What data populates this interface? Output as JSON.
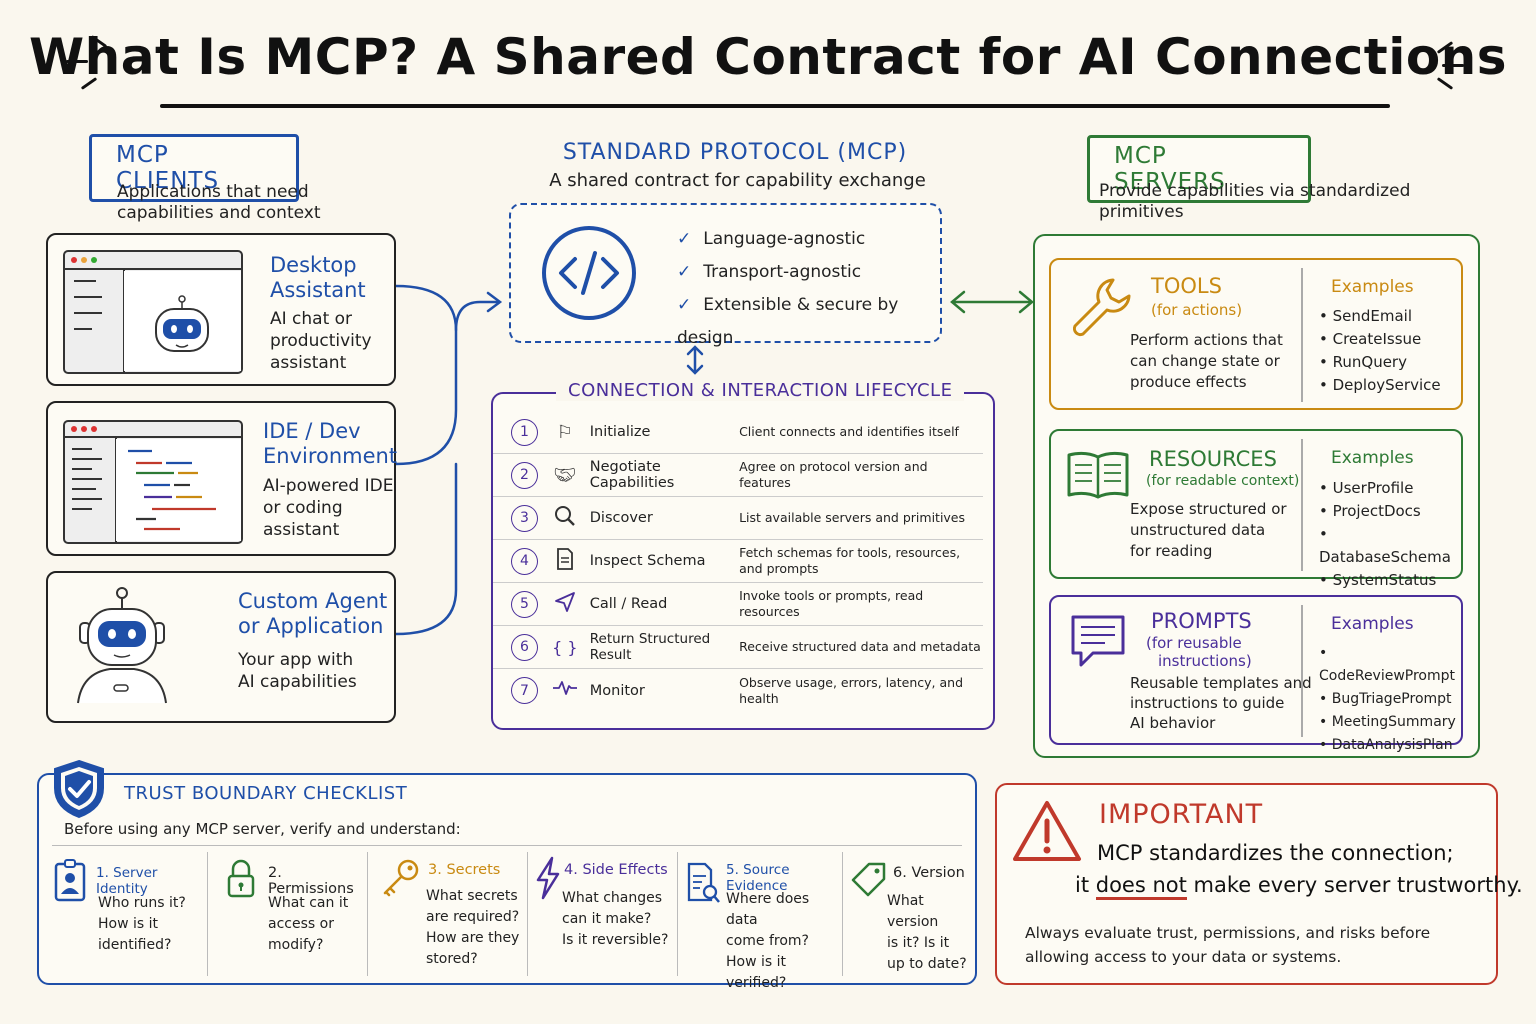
{
  "title": "What Is MCP? A Shared Contract for AI Connections",
  "clients": {
    "header": "MCP CLIENTS",
    "subtitle": "Applications that need capabilities and context",
    "subtitle_lines": [
      "Applications that need",
      "capabilities and context"
    ],
    "items": [
      {
        "title_lines": [
          "Desktop",
          "Assistant"
        ],
        "desc_lines": [
          "AI chat or",
          "productivity",
          "assistant"
        ]
      },
      {
        "title_lines": [
          "IDE / Dev",
          "Environment"
        ],
        "desc_lines": [
          "AI-powered IDE",
          "or coding",
          "assistant"
        ]
      },
      {
        "title_lines": [
          "Custom Agent",
          "or Application"
        ],
        "desc_lines": [
          "Your app with",
          "AI capabilities"
        ]
      }
    ]
  },
  "protocol": {
    "header": "STANDARD PROTOCOL (MCP)",
    "subtitle": "A shared contract for capability exchange",
    "features": [
      "Language-agnostic",
      "Transport-agnostic",
      "Extensible & secure by design"
    ]
  },
  "lifecycle": {
    "header": "CONNECTION & INTERACTION LIFECYCLE",
    "steps": [
      {
        "num": "1",
        "icon": "flag-icon",
        "name": "Initialize",
        "desc": "Client connects and identifies itself"
      },
      {
        "num": "2",
        "icon": "handshake-icon",
        "name": "Negotiate Capabilities",
        "desc": "Agree on protocol version and features"
      },
      {
        "num": "3",
        "icon": "search-icon",
        "name": "Discover",
        "desc": "List available servers and primitives"
      },
      {
        "num": "4",
        "icon": "document-icon",
        "name": "Inspect Schema",
        "desc": "Fetch schemas for tools, resources, and prompts"
      },
      {
        "num": "5",
        "icon": "send-icon",
        "name": "Call / Read",
        "desc": "Invoke tools or prompts, read resources"
      },
      {
        "num": "6",
        "icon": "braces-icon",
        "name": "Return Structured Result",
        "desc": "Receive structured data and metadata"
      },
      {
        "num": "7",
        "icon": "pulse-icon",
        "name": "Monitor",
        "desc": "Observe usage, errors, latency, and health"
      }
    ]
  },
  "servers": {
    "header": "MCP SERVERS",
    "subtitle_lines": [
      "Provide capabilities via standardized",
      "primitives"
    ],
    "examples_label": "Examples",
    "primitives": [
      {
        "title": "TOOLS",
        "sub_lines": [
          "(for actions)"
        ],
        "desc_lines": [
          "Perform actions that",
          "can change state or",
          "produce effects"
        ],
        "examples": [
          "SendEmail",
          "CreateIssue",
          "RunQuery",
          "DeployService"
        ],
        "color": "#c98a12",
        "icon": "wrench-icon"
      },
      {
        "title": "RESOURCES",
        "sub_lines": [
          "(for readable context)"
        ],
        "desc_lines": [
          "Expose structured or",
          "unstructured data",
          "for reading"
        ],
        "examples": [
          "UserProfile",
          "ProjectDocs",
          "DatabaseSchema",
          "SystemStatus"
        ],
        "color": "#2e7a35",
        "icon": "book-icon"
      },
      {
        "title": "PROMPTS",
        "sub_lines": [
          "(for reusable",
          "instructions)"
        ],
        "desc_lines": [
          "Reusable templates and",
          "instructions to guide",
          "AI behavior"
        ],
        "examples": [
          "CodeReviewPrompt",
          "BugTriagePrompt",
          "MeetingSummary",
          "DataAnalysisPlan"
        ],
        "color": "#4a2f9a",
        "icon": "chat-icon"
      }
    ]
  },
  "trust": {
    "header": "TRUST BOUNDARY CHECKLIST",
    "intro": "Before using any MCP server, verify and understand:",
    "items": [
      {
        "title": "1. Server Identity",
        "q_lines": [
          "Who runs it?",
          "How is it",
          "identified?"
        ],
        "icon": "id-badge-icon",
        "color": "#1f4fa8"
      },
      {
        "title": "2. Permissions",
        "q_lines": [
          "What can it",
          "access or",
          "modify?"
        ],
        "icon": "lock-icon",
        "color": "#2e7a35"
      },
      {
        "title": "3. Secrets",
        "q_lines": [
          "What secrets",
          "are required?",
          "How are they",
          "stored?"
        ],
        "icon": "key-icon",
        "color": "#c98a12"
      },
      {
        "title": "4. Side Effects",
        "q_lines": [
          "What changes",
          "can it make?",
          "Is it reversible?"
        ],
        "icon": "lightning-icon",
        "color": "#4a2f9a"
      },
      {
        "title": "5. Source Evidence",
        "q_lines": [
          "Where does data",
          "come from?",
          "How is it verified?"
        ],
        "icon": "document-search-icon",
        "color": "#1f4fa8"
      },
      {
        "title": "6. Version",
        "q_lines": [
          "What version",
          "is it? Is it",
          "up to date?"
        ],
        "icon": "tag-icon",
        "color": "#2e7a35"
      }
    ]
  },
  "important": {
    "title": "IMPORTANT",
    "line1": "MCP standardizes the connection;",
    "line2_pre": "it ",
    "line2_emph": "does not",
    "line2_post": " make every server trustworthy.",
    "note_lines": [
      "Always evaluate trust, permissions, and risks before",
      "allowing access to your data or systems."
    ]
  },
  "colors": {
    "blue": "#1f4fa8",
    "green": "#2e7a35",
    "orange": "#c98a12",
    "purple": "#4a2f9a",
    "red": "#c0392b"
  }
}
